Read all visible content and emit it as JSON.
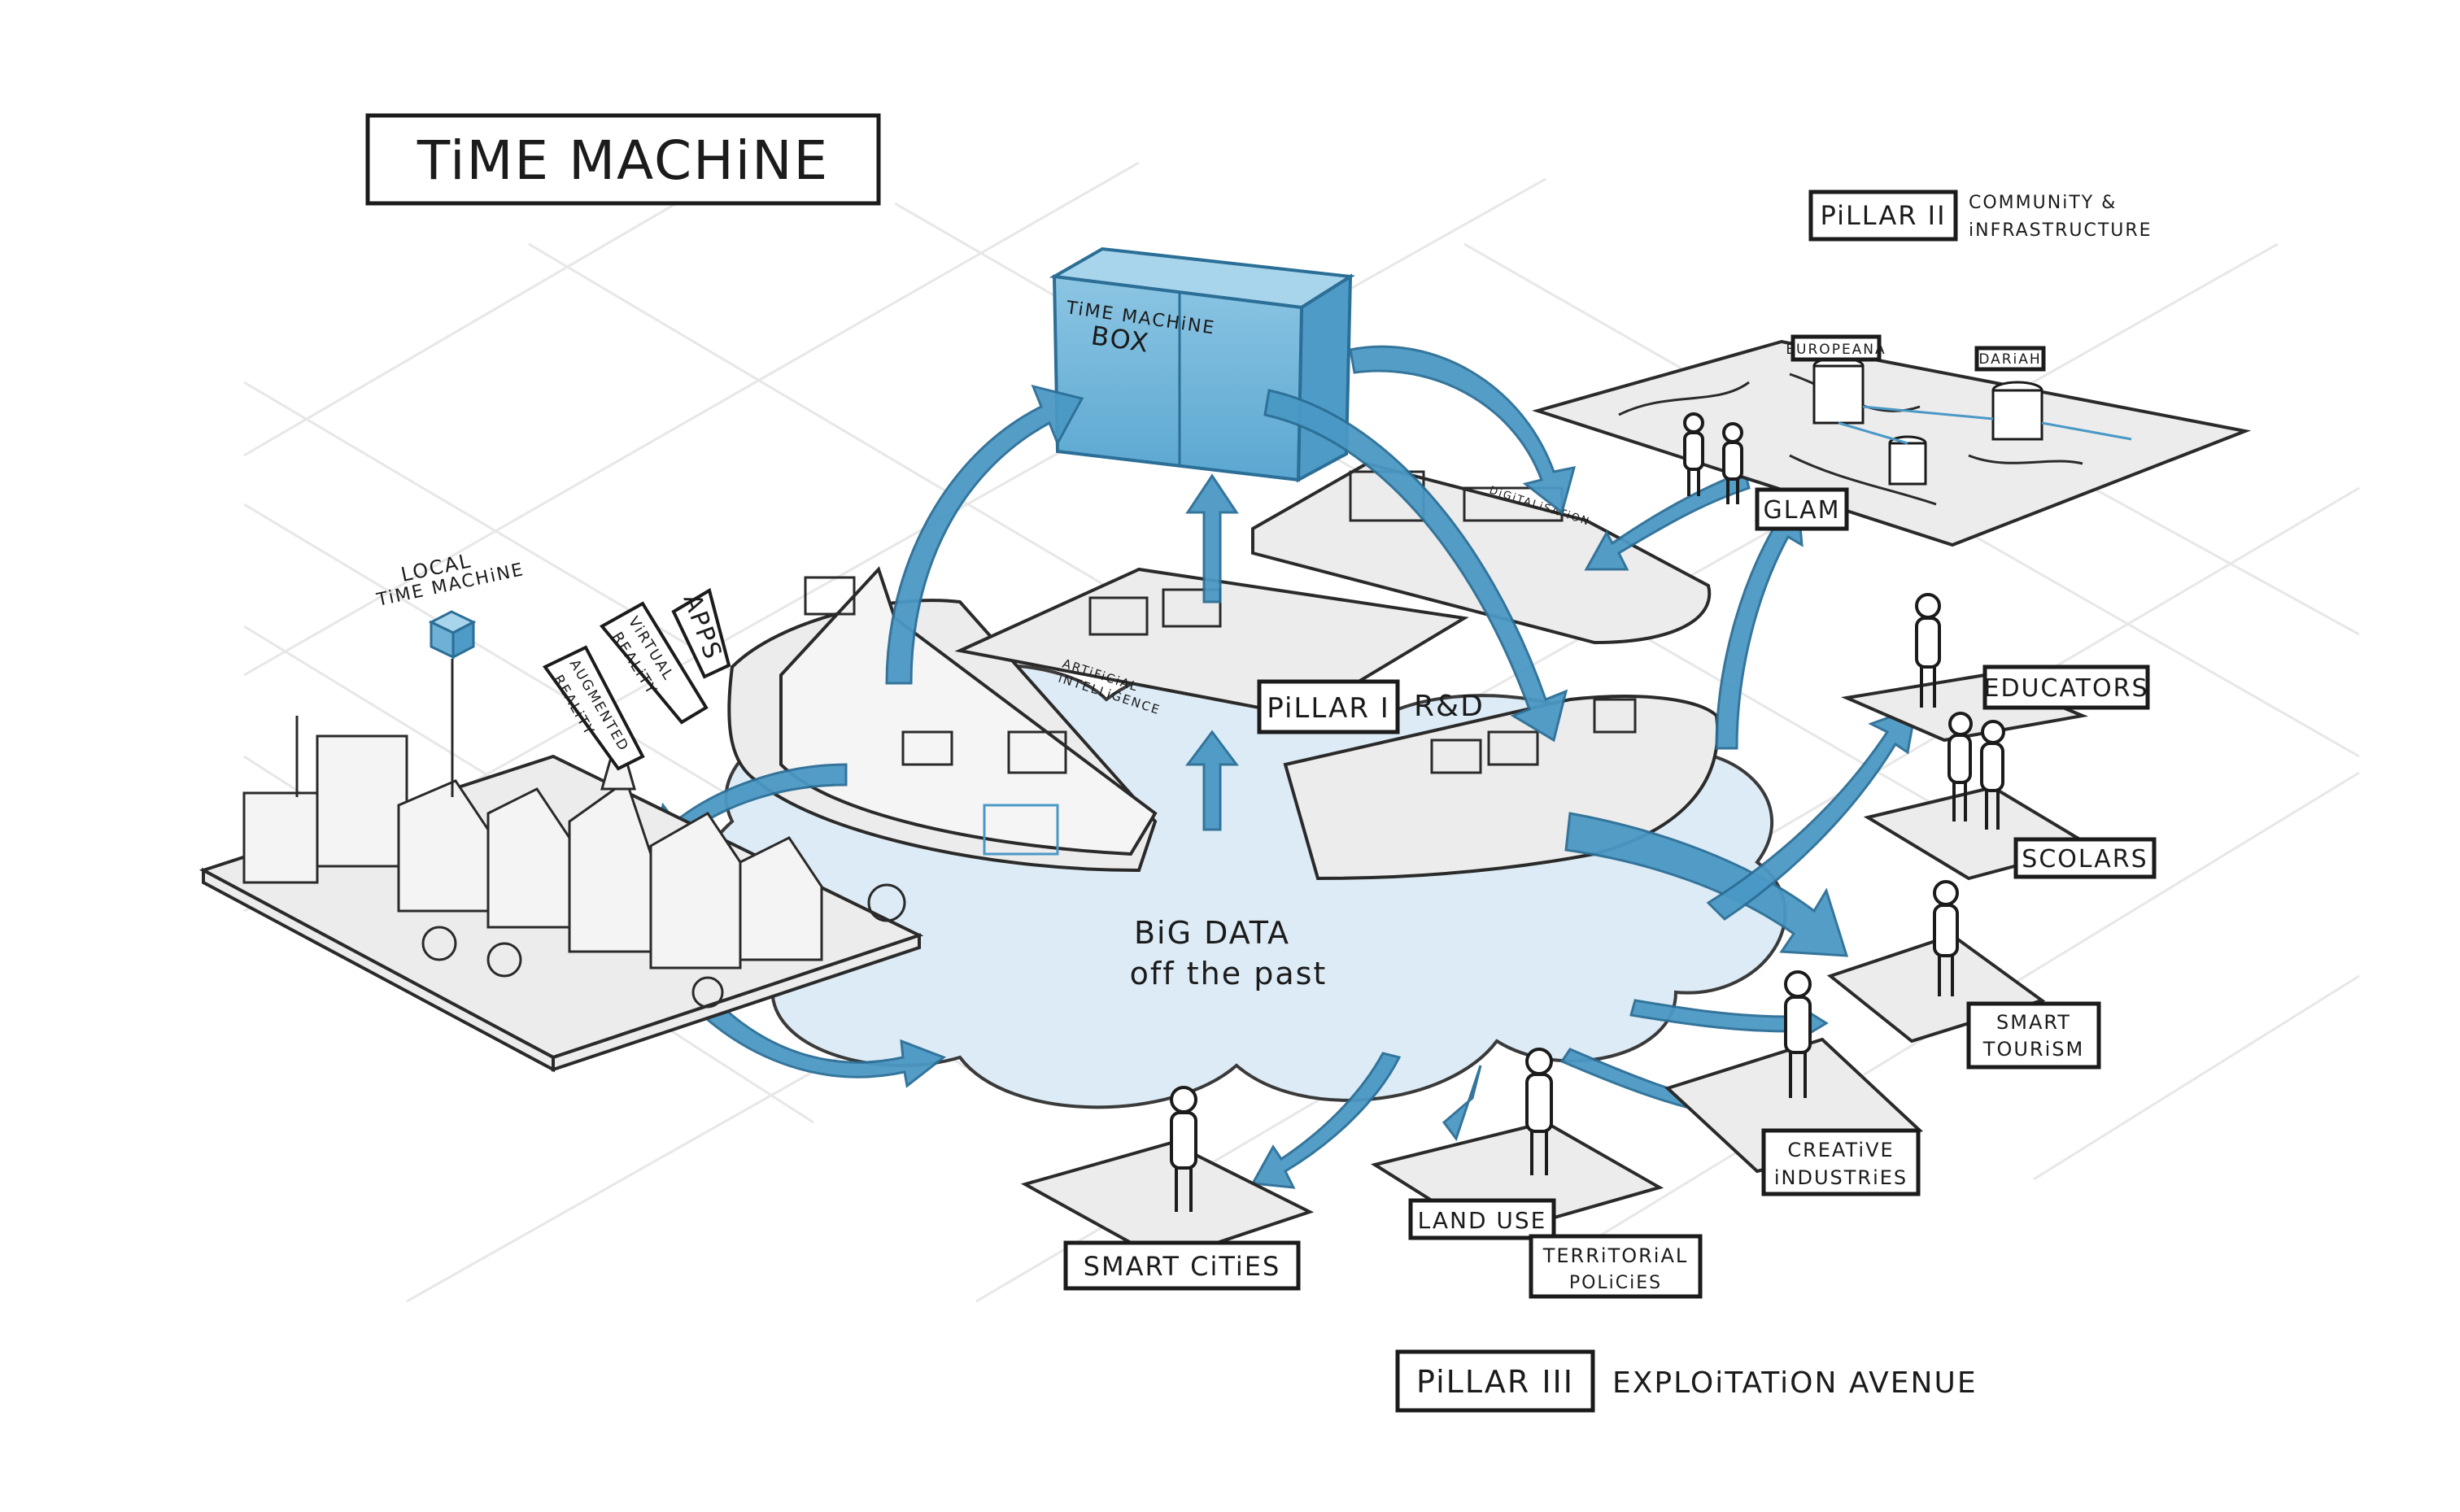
{
  "title": "TiME MACHiNE",
  "cloud": {
    "line1": "BiG DATA",
    "line2": "off the past"
  },
  "box": {
    "line1": "TiME MACHiNE",
    "line2": "BOX"
  },
  "pillars": {
    "p1": {
      "badge": "PiLLAR I",
      "text": "R&D"
    },
    "p2": {
      "badge": "PiLLAR II",
      "line1": "COMMUNiTY &",
      "line2": "iNFRASTRUCTURE"
    },
    "p3": {
      "badge": "PiLLAR III",
      "text": "EXPLOiTATiON AVENUE"
    }
  },
  "local": {
    "line1": "LOCAL",
    "line2": "TiME MACHiNE"
  },
  "tags": {
    "apps": "APPS",
    "vr1": "ViRTUAL",
    "vr2": "REALiTY",
    "ar1": "AUGMENTED",
    "ar2": "REALiTY"
  },
  "ai": {
    "line1": "ARTiFiCiAL",
    "line2": "iNTELLiGENCE"
  },
  "digitization": "DiGiTALiSATiON",
  "glam": "GLAM",
  "europeana": "EUROPEANA",
  "dariah": "DARiAH",
  "uses": {
    "educators": "EDUCATORS",
    "scolars": "SCOLARS",
    "smart_tourism_1": "SMART",
    "smart_tourism_2": "TOURiSM",
    "creative_1": "CREATiVE",
    "creative_2": "iNDUSTRiES",
    "land_use": "LAND USE",
    "territorial_1": "TERRiTORiAL",
    "territorial_2": "POLiCiES",
    "smart_cities": "SMART CiTiES"
  },
  "colors": {
    "accent": "#4a98c5",
    "accent_dark": "#2b6e96",
    "cloud": "#dcebf5",
    "ink": "#1b1b1b"
  }
}
